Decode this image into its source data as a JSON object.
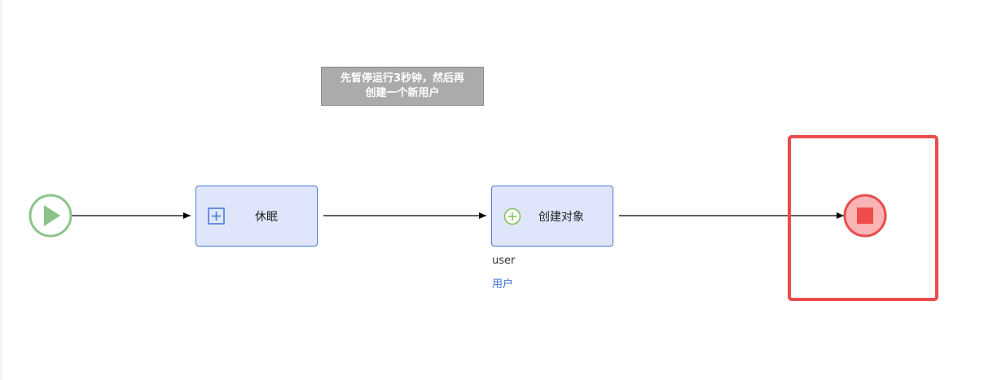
{
  "note": {
    "line1": "先暂停运行3秒钟，然后再",
    "line2": "创建一个新用户"
  },
  "tasks": [
    {
      "label": "休眠",
      "icon": "expand-plus-square-icon"
    },
    {
      "label": "创建对象",
      "icon": "add-circle-icon"
    }
  ],
  "variable": {
    "name": "user",
    "label": "用户"
  },
  "colors": {
    "start_stroke": "#8bc48b",
    "start_fill": "#ffffff",
    "start_triangle": "#8bc48b",
    "task_fill": "#dfe6fb",
    "task_border": "#4a7bd6",
    "end_stroke": "#e84c4c",
    "end_fill": "#fbb4b4",
    "end_square": "#ee4b4b",
    "selection": "#e84c4c",
    "note_fill": "#ababab",
    "edge": "#000000"
  }
}
